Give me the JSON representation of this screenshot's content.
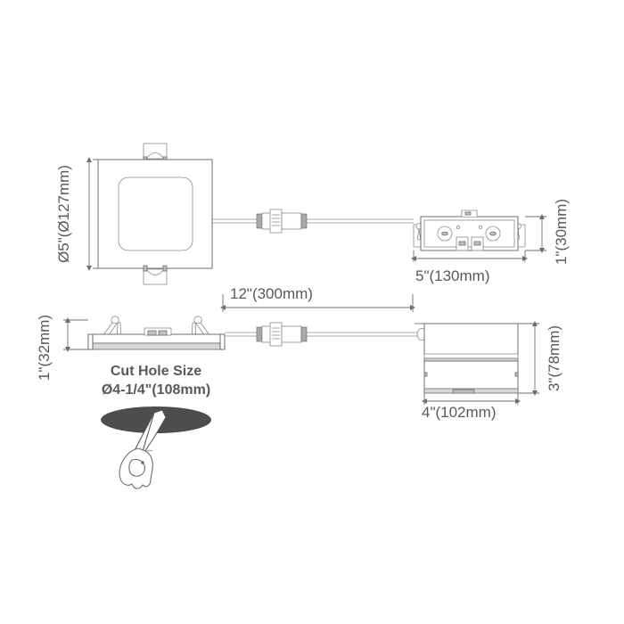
{
  "drawing": {
    "title": "Square LED Recessed Downlight Dimension Drawing",
    "units": "inches and millimeters",
    "line_color": "#6d6e71",
    "text_color": "#58595b",
    "ceiling_color": "#4d4d4f"
  },
  "labels": {
    "trim_diameter": "Ø5\"(Ø127mm)",
    "cable_length": "12\"(300mm)",
    "driver_length": "5\"(130mm)",
    "driver_height": "1\"(30mm)",
    "trim_thickness": "1\"(32mm)",
    "housing_width": "4\"(102mm)",
    "housing_height": "3\"(78mm)",
    "cut_hole_title": "Cut Hole Size",
    "cut_hole_size": "Ø4-1/4\"(108mm)"
  },
  "views": {
    "top_view": {
      "name": "front-face-top-view",
      "description": "Square trim plate with rounded inner light panel and two mounting spring clips"
    },
    "driver_top_view": {
      "name": "driver-box-top-view",
      "description": "Rectangular remote driver box with keyhole mounting tabs and knockouts"
    },
    "side_view": {
      "name": "fixture-side-section-view",
      "description": "Side section of recessed trim showing torsion spring clips"
    },
    "housing_side_view": {
      "name": "junction-housing-side-view",
      "description": "Rectangular junction box housing side elevation"
    },
    "install_illustration": {
      "name": "hand-installing-fixture-illustration",
      "description": "Hand inserting the light fixture into a cut ceiling hole"
    }
  }
}
